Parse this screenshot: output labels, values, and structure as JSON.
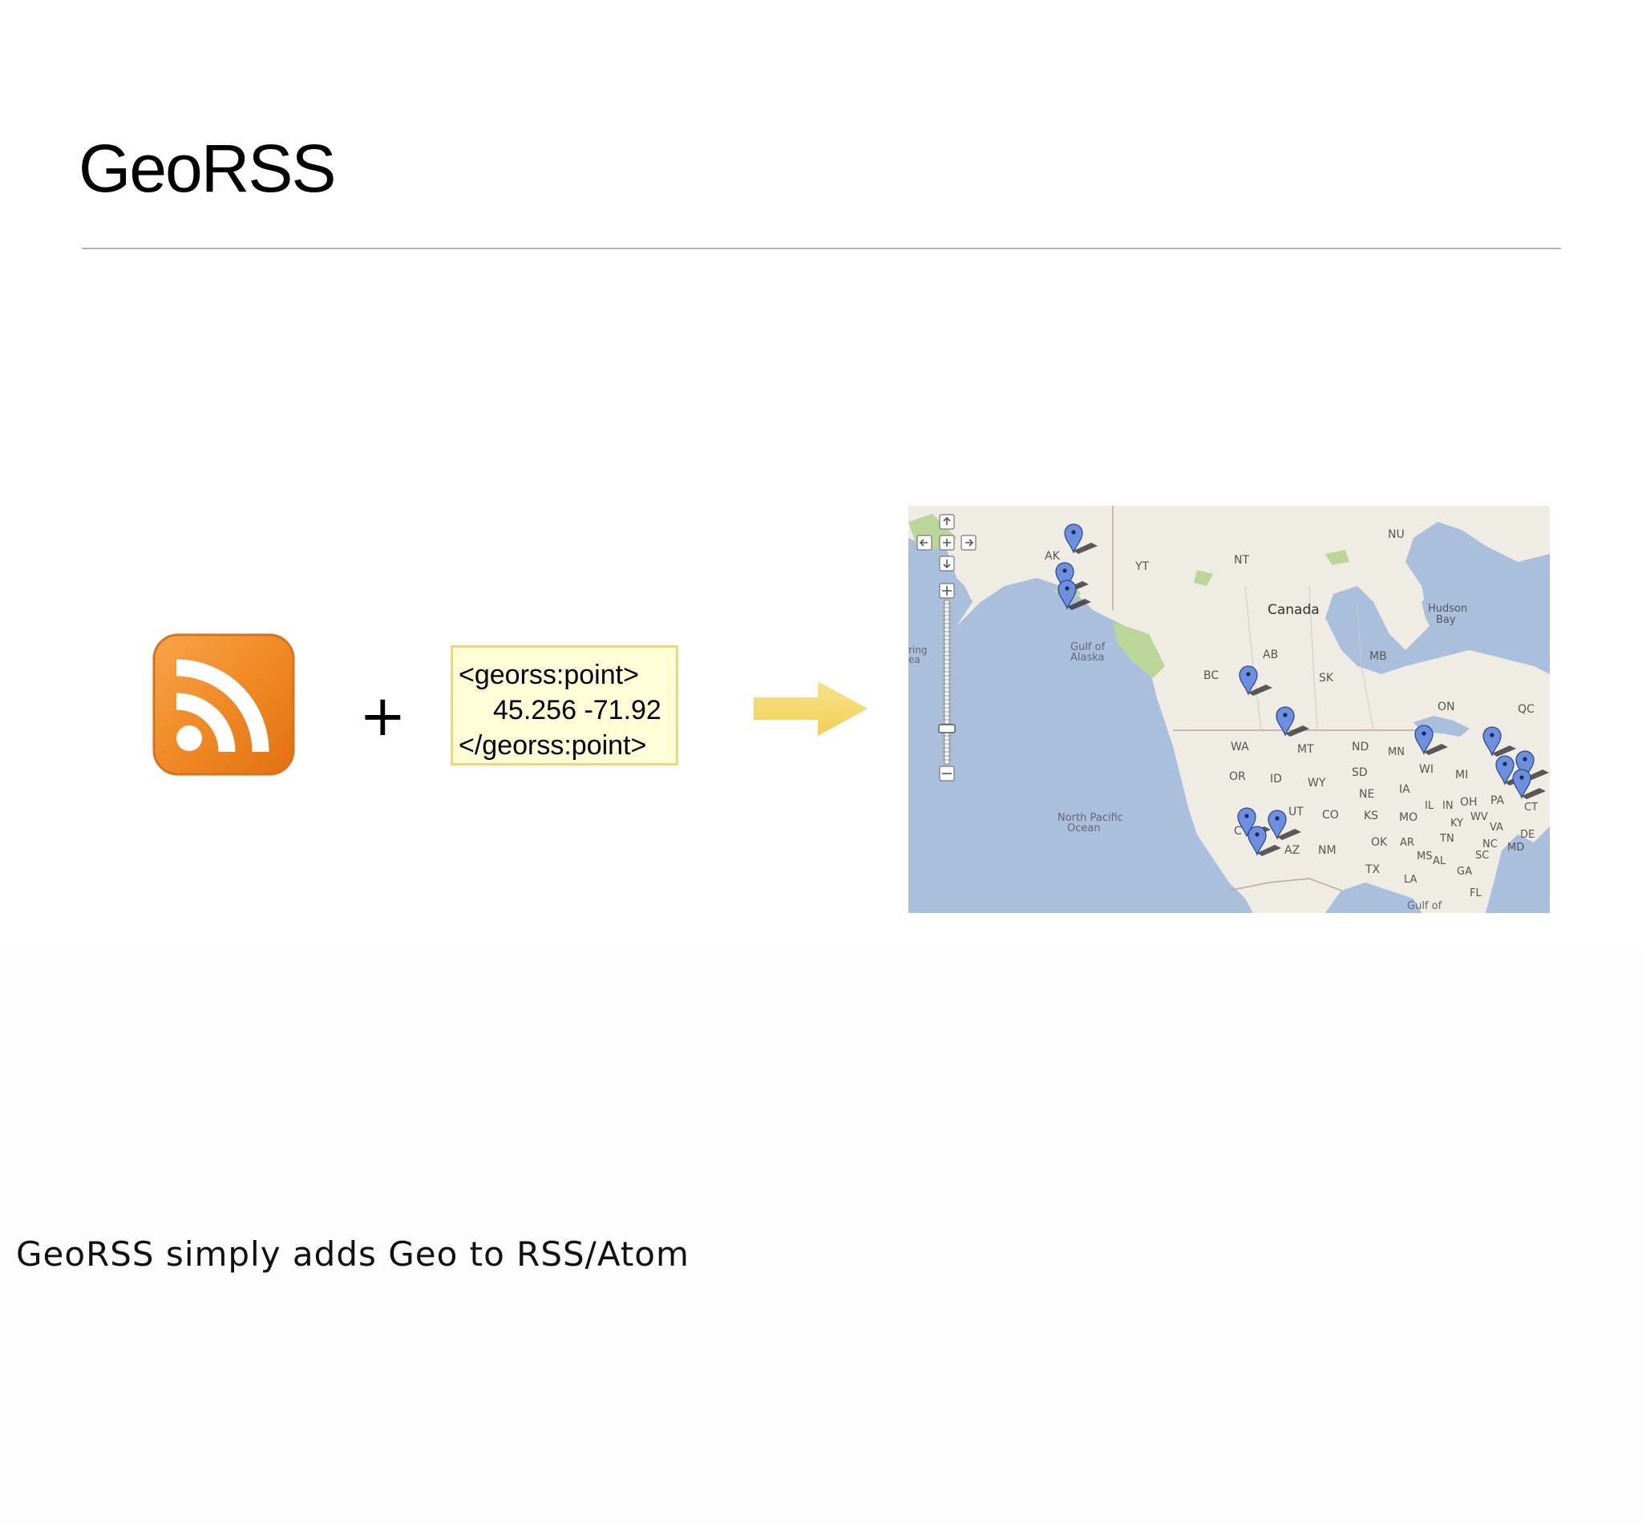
{
  "slide": {
    "title": "GeoRSS",
    "plus_symbol": "+",
    "code": {
      "open_tag": "<georss:point>",
      "coordinates": "45.256 -71.92",
      "close_tag": "</georss:point>"
    },
    "caption": "GeoRSS simply adds Geo to RSS/Atom"
  },
  "rss_icon": {
    "name": "rss-feed-icon",
    "color": "#f08a24"
  },
  "arrow": {
    "name": "arrow-right-icon",
    "color": "#f5d96b"
  },
  "map": {
    "labels": {
      "nu": "NU",
      "nt": "NT",
      "yt": "YT",
      "ak": "AK",
      "canada": "Canada",
      "hudson1": "Hudson",
      "hudson2": "Bay",
      "gulf_ak1": "Gulf of",
      "gulf_ak2": "Alaska",
      "bering1": "ring",
      "bering2": "ea",
      "ab": "AB",
      "mb": "MB",
      "bc": "BC",
      "sk": "SK",
      "on": "ON",
      "qc": "QC",
      "wa": "WA",
      "mt": "MT",
      "nd": "ND",
      "mn": "MN",
      "or": "OR",
      "id": "ID",
      "wy": "WY",
      "sd": "SD",
      "wi": "WI",
      "mi": "MI",
      "ne": "NE",
      "ia": "IA",
      "ut": "UT",
      "co": "CO",
      "ks": "KS",
      "mo": "MO",
      "il": "IL",
      "in": "IN",
      "oh": "OH",
      "pa": "PA",
      "ky": "KY",
      "wv": "WV",
      "va": "VA",
      "ct": "CT",
      "de": "DE",
      "md": "MD",
      "az": "AZ",
      "nm": "NM",
      "ok": "OK",
      "ar": "AR",
      "tn": "TN",
      "nc": "NC",
      "sc": "SC",
      "ms": "MS",
      "al": "AL",
      "ga": "GA",
      "tx": "TX",
      "la": "LA",
      "fl": "FL",
      "ca": "C",
      "gulf_mx": "Gulf of",
      "pacific1": "North Pacific",
      "pacific2": "Ocean"
    },
    "colors": {
      "water": "#a9bfdc",
      "land": "#f0ede5",
      "park": "#bcd69a",
      "marker": "#6d8fe0"
    }
  }
}
